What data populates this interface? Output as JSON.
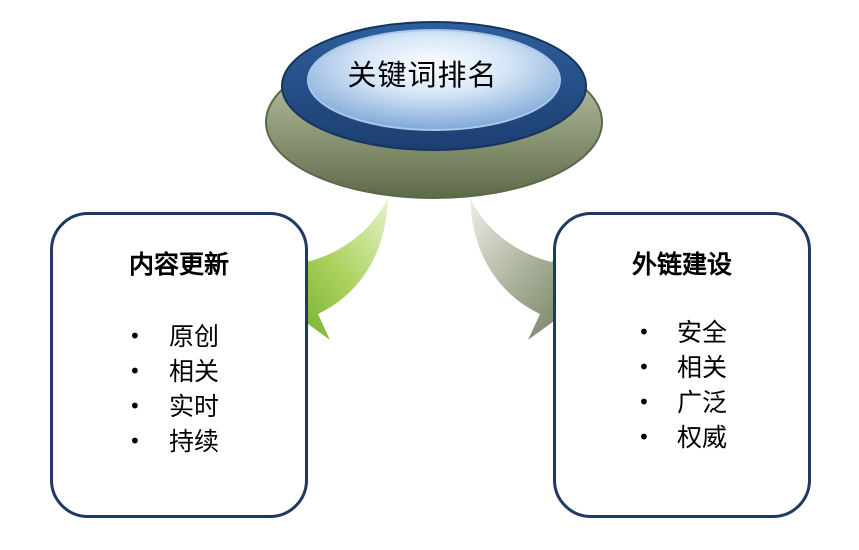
{
  "top": {
    "label": "关键词排名"
  },
  "left_box": {
    "title": "内容更新",
    "items": [
      "原创",
      "相关",
      "实时",
      "持续"
    ]
  },
  "right_box": {
    "title": "外链建设",
    "items": [
      "安全",
      "相关",
      "广泛",
      "权威"
    ]
  },
  "colors": {
    "box_border": "#1f3864",
    "ellipse_blue": "#4a7fbf",
    "base_olive": "#7b8866",
    "arrow_green": "#7cb342",
    "arrow_gray": "#8a9478"
  }
}
